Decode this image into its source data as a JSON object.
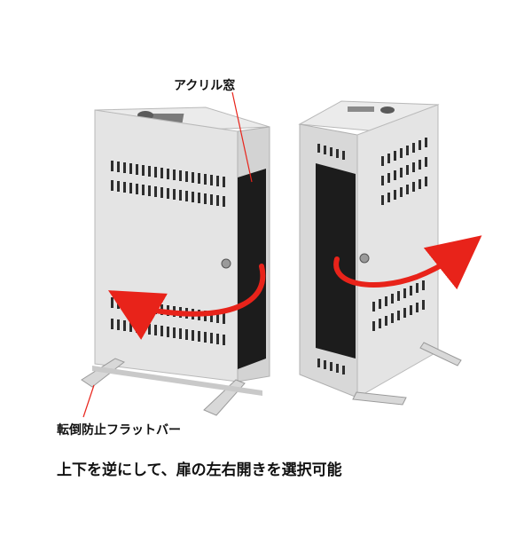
{
  "labels": {
    "acrylic_window": "アクリル窓",
    "anti_tip_bar": "転倒防止フラットバー"
  },
  "caption": "上下を逆にして、扉の左右開きを選択可能",
  "colors": {
    "cabinet_body": "#e4e4e4",
    "cabinet_side": "#cfcfcf",
    "acrylic": "#1c1c1c",
    "arrow": "#e8231a",
    "leader_line": "#e8231a"
  }
}
